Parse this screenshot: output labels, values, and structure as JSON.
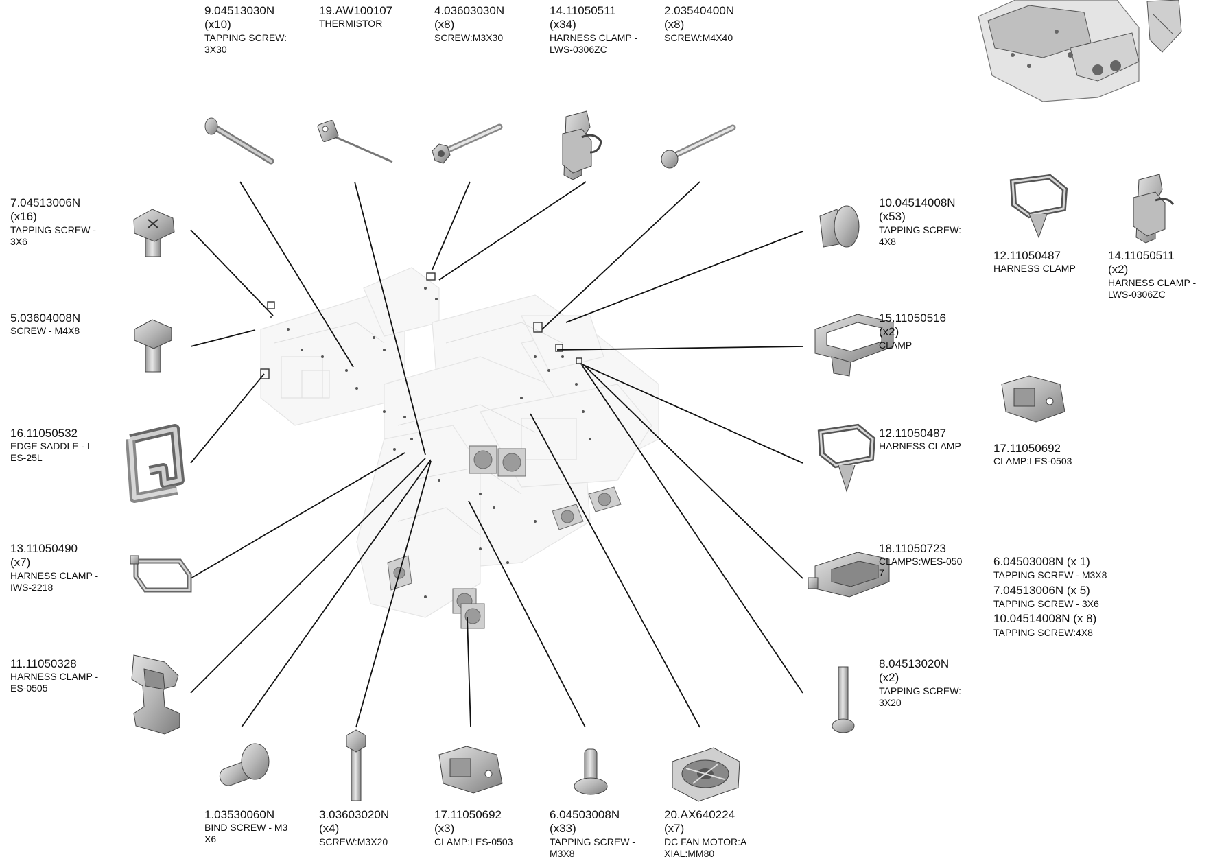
{
  "parts": [
    {
      "id": "p9",
      "number": "9.04513030N",
      "qty": "(x10)",
      "desc": "TAPPING SCREW:\n3X30"
    },
    {
      "id": "p19",
      "number": "19.AW100107",
      "qty": "",
      "desc": "THERMISTOR"
    },
    {
      "id": "p4",
      "number": "4.03603030N",
      "qty": "(x8)",
      "desc": "SCREW:M3X30"
    },
    {
      "id": "p14a",
      "number": "14.11050511",
      "qty": "(x34)",
      "desc": "HARNESS CLAMP -\n LWS-0306ZC"
    },
    {
      "id": "p2",
      "number": "2.03540400N",
      "qty": "(x8)",
      "desc": "SCREW:M4X40"
    },
    {
      "id": "p7",
      "number": "7.04513006N",
      "qty": "(x16)",
      "desc": "TAPPING SCREW -\n 3X6"
    },
    {
      "id": "p5",
      "number": "5.03604008N",
      "qty": "",
      "desc": "SCREW - M4X8"
    },
    {
      "id": "p16",
      "number": "16.11050532",
      "qty": "",
      "desc": "EDGE SADDLE - L\nES-25L"
    },
    {
      "id": "p13",
      "number": "13.11050490",
      "qty": "(x7)",
      "desc": "HARNESS CLAMP -\n IWS-2218"
    },
    {
      "id": "p11",
      "number": "11.11050328",
      "qty": "",
      "desc": "HARNESS CLAMP -\n ES-0505"
    },
    {
      "id": "p10",
      "number": "10.04514008N",
      "qty": "(x53)",
      "desc": "TAPPING SCREW:\n4X8"
    },
    {
      "id": "p12a",
      "number": "12.11050487",
      "qty": "",
      "desc": "HARNESS CLAMP"
    },
    {
      "id": "p14b",
      "number": "14.11050511",
      "qty": "(x2)",
      "desc": "HARNESS CLAMP -\n LWS-0306ZC"
    },
    {
      "id": "p15",
      "number": "15.11050516",
      "qty": "(x2)",
      "desc": "CLAMP"
    },
    {
      "id": "p12b",
      "number": "12.11050487",
      "qty": "",
      "desc": "HARNESS CLAMP"
    },
    {
      "id": "p17a",
      "number": "17.11050692",
      "qty": "",
      "desc": "CLAMP:LES-0503"
    },
    {
      "id": "p18",
      "number": "18.11050723",
      "qty": "",
      "desc": "CLAMPS:WES-050\n7"
    },
    {
      "id": "p8",
      "number": "8.04513020N",
      "qty": "(x2)",
      "desc": "TAPPING SCREW:\n3X20"
    },
    {
      "id": "p1",
      "number": "1.03530060N",
      "qty": "",
      "desc": "BIND SCREW - M3\nX6"
    },
    {
      "id": "p3",
      "number": "3.03603020N",
      "qty": "(x4)",
      "desc": "SCREW:M3X20"
    },
    {
      "id": "p17b",
      "number": "17.11050692",
      "qty": "(x3)",
      "desc": "CLAMP:LES-0503"
    },
    {
      "id": "p6",
      "number": "6.04503008N",
      "qty": "(x33)",
      "desc": "TAPPING SCREW -\n M3X8"
    },
    {
      "id": "p20",
      "number": "20.AX640224",
      "qty": "(x7)",
      "desc": "DC FAN MOTOR:A\nXIAL:MM80"
    }
  ],
  "note": [
    {
      "number": "6.04503008N (x 1)",
      "desc": "TAPPING SCREW - M3X8"
    },
    {
      "number": "7.04513006N (x 5)",
      "desc": "TAPPING SCREW - 3X6"
    },
    {
      "number": "10.04514008N (x 8)",
      "desc": "TAPPING SCREW:4X8"
    }
  ]
}
